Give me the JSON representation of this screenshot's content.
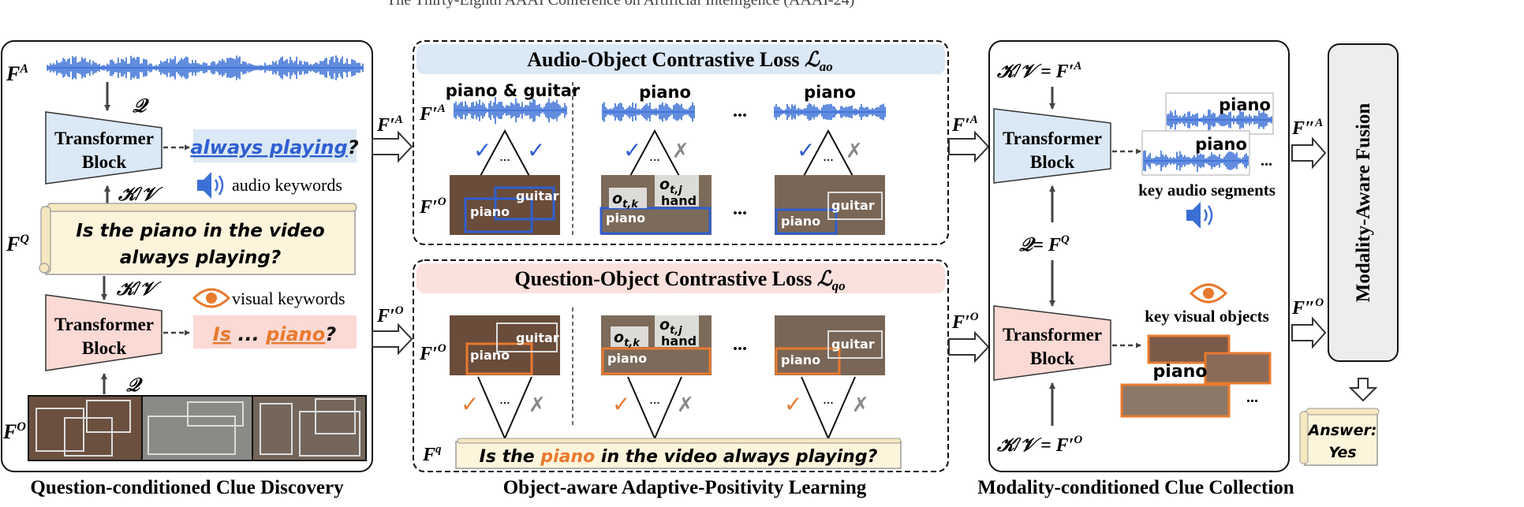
{
  "header_text": "The Thirty-Eighth AAAI Conference on Artificial Intelligence (AAAI-24)",
  "colors": {
    "audio_wave": "#3b6fd6",
    "audio_box": "#dbe8f5",
    "question_box": "#fbe1dd",
    "transformer_blue": "#dbe8f5",
    "transformer_pink": "#fbd9d4",
    "scroll_fill": "#fdf4dc",
    "orange": "#e87a2e",
    "check_blue": "#2f5fd0",
    "cross_gray": "#888888",
    "border": "#111111"
  },
  "left": {
    "FA": "F",
    "FA_sup": "A",
    "FQ": "F",
    "FQ_sup": "Q",
    "FO": "F",
    "FO_sup": "O",
    "Q_top": "𝒬",
    "Q_bottom": "𝒬",
    "KV_top": "𝒦/𝒱",
    "KV_bottom": "𝒦/𝒱",
    "transformer_top": [
      "Transformer",
      "Block"
    ],
    "transformer_bottom": [
      "Transformer",
      "Block"
    ],
    "audio_output": "always playing",
    "audio_output_qmark": "?",
    "audio_keywords": "audio keywords",
    "visual_keywords": "visual keywords",
    "visual_output_1": "Is",
    "visual_output_mid": " ... ",
    "visual_output_2": "piano",
    "visual_output_qmark": "?",
    "question_line1": "Is the piano in the video",
    "question_line2": "always playing?",
    "caption": "Question-conditioned Clue Discovery"
  },
  "middle": {
    "audio_title": "Audio-Object  Contrastive Loss ",
    "audio_title_math": "ℒ",
    "audio_title_sub": "ao",
    "question_title": "Question-Object  Contrastive Loss ",
    "question_title_math": "ℒ",
    "question_title_sub": "qo",
    "FpA": "F′",
    "FpA_sup": "A",
    "FpO": "F′",
    "FpO_sup": "O",
    "FpO2": "F′",
    "FpO2_sup": "O",
    "Fq": "F",
    "Fq_sup": "q",
    "wave_labels": [
      "piano & guitar",
      "piano",
      "piano"
    ],
    "ellipsis": "...",
    "check": "✓",
    "cross": "✗",
    "obj_labels": {
      "piano": "piano",
      "guitar": "guitar",
      "hand": "hand",
      "otk": "o",
      "otk_sub": "t,k",
      "otj": "o",
      "otj_sub": "t,j"
    },
    "question_pre": "Is the ",
    "question_hl": "piano",
    "question_post": " in the video always playing?",
    "caption": "Object-aware Adaptive-Positivity Learning"
  },
  "right": {
    "KV_top": "𝒦/𝒱 = F′",
    "KV_top_sup": "A",
    "Q_mid": "𝒬= F",
    "Q_mid_sup": "Q",
    "KV_bottom": "𝒦/𝒱 = F′",
    "KV_bottom_sup": "O",
    "transformer_top": [
      "Transformer",
      "Block"
    ],
    "transformer_bottom": [
      "Transformer",
      "Block"
    ],
    "FpA": "F′",
    "FpA_sup": "A",
    "FpO": "F′",
    "FpO_sup": "O",
    "key_audio": "key audio segments",
    "key_visual": "key visual objects",
    "wave_labels": [
      "piano",
      "piano"
    ],
    "piano_label": "piano",
    "ellipsis": "...",
    "caption": "Modality-conditioned Clue Collection"
  },
  "fusion": {
    "label": "Modality-Aware Fusion",
    "FppA": "F″",
    "FppA_sup": "A",
    "FppO": "F″",
    "FppO_sup": "O",
    "answer_line1": "Answer:",
    "answer_line2": "Yes"
  }
}
